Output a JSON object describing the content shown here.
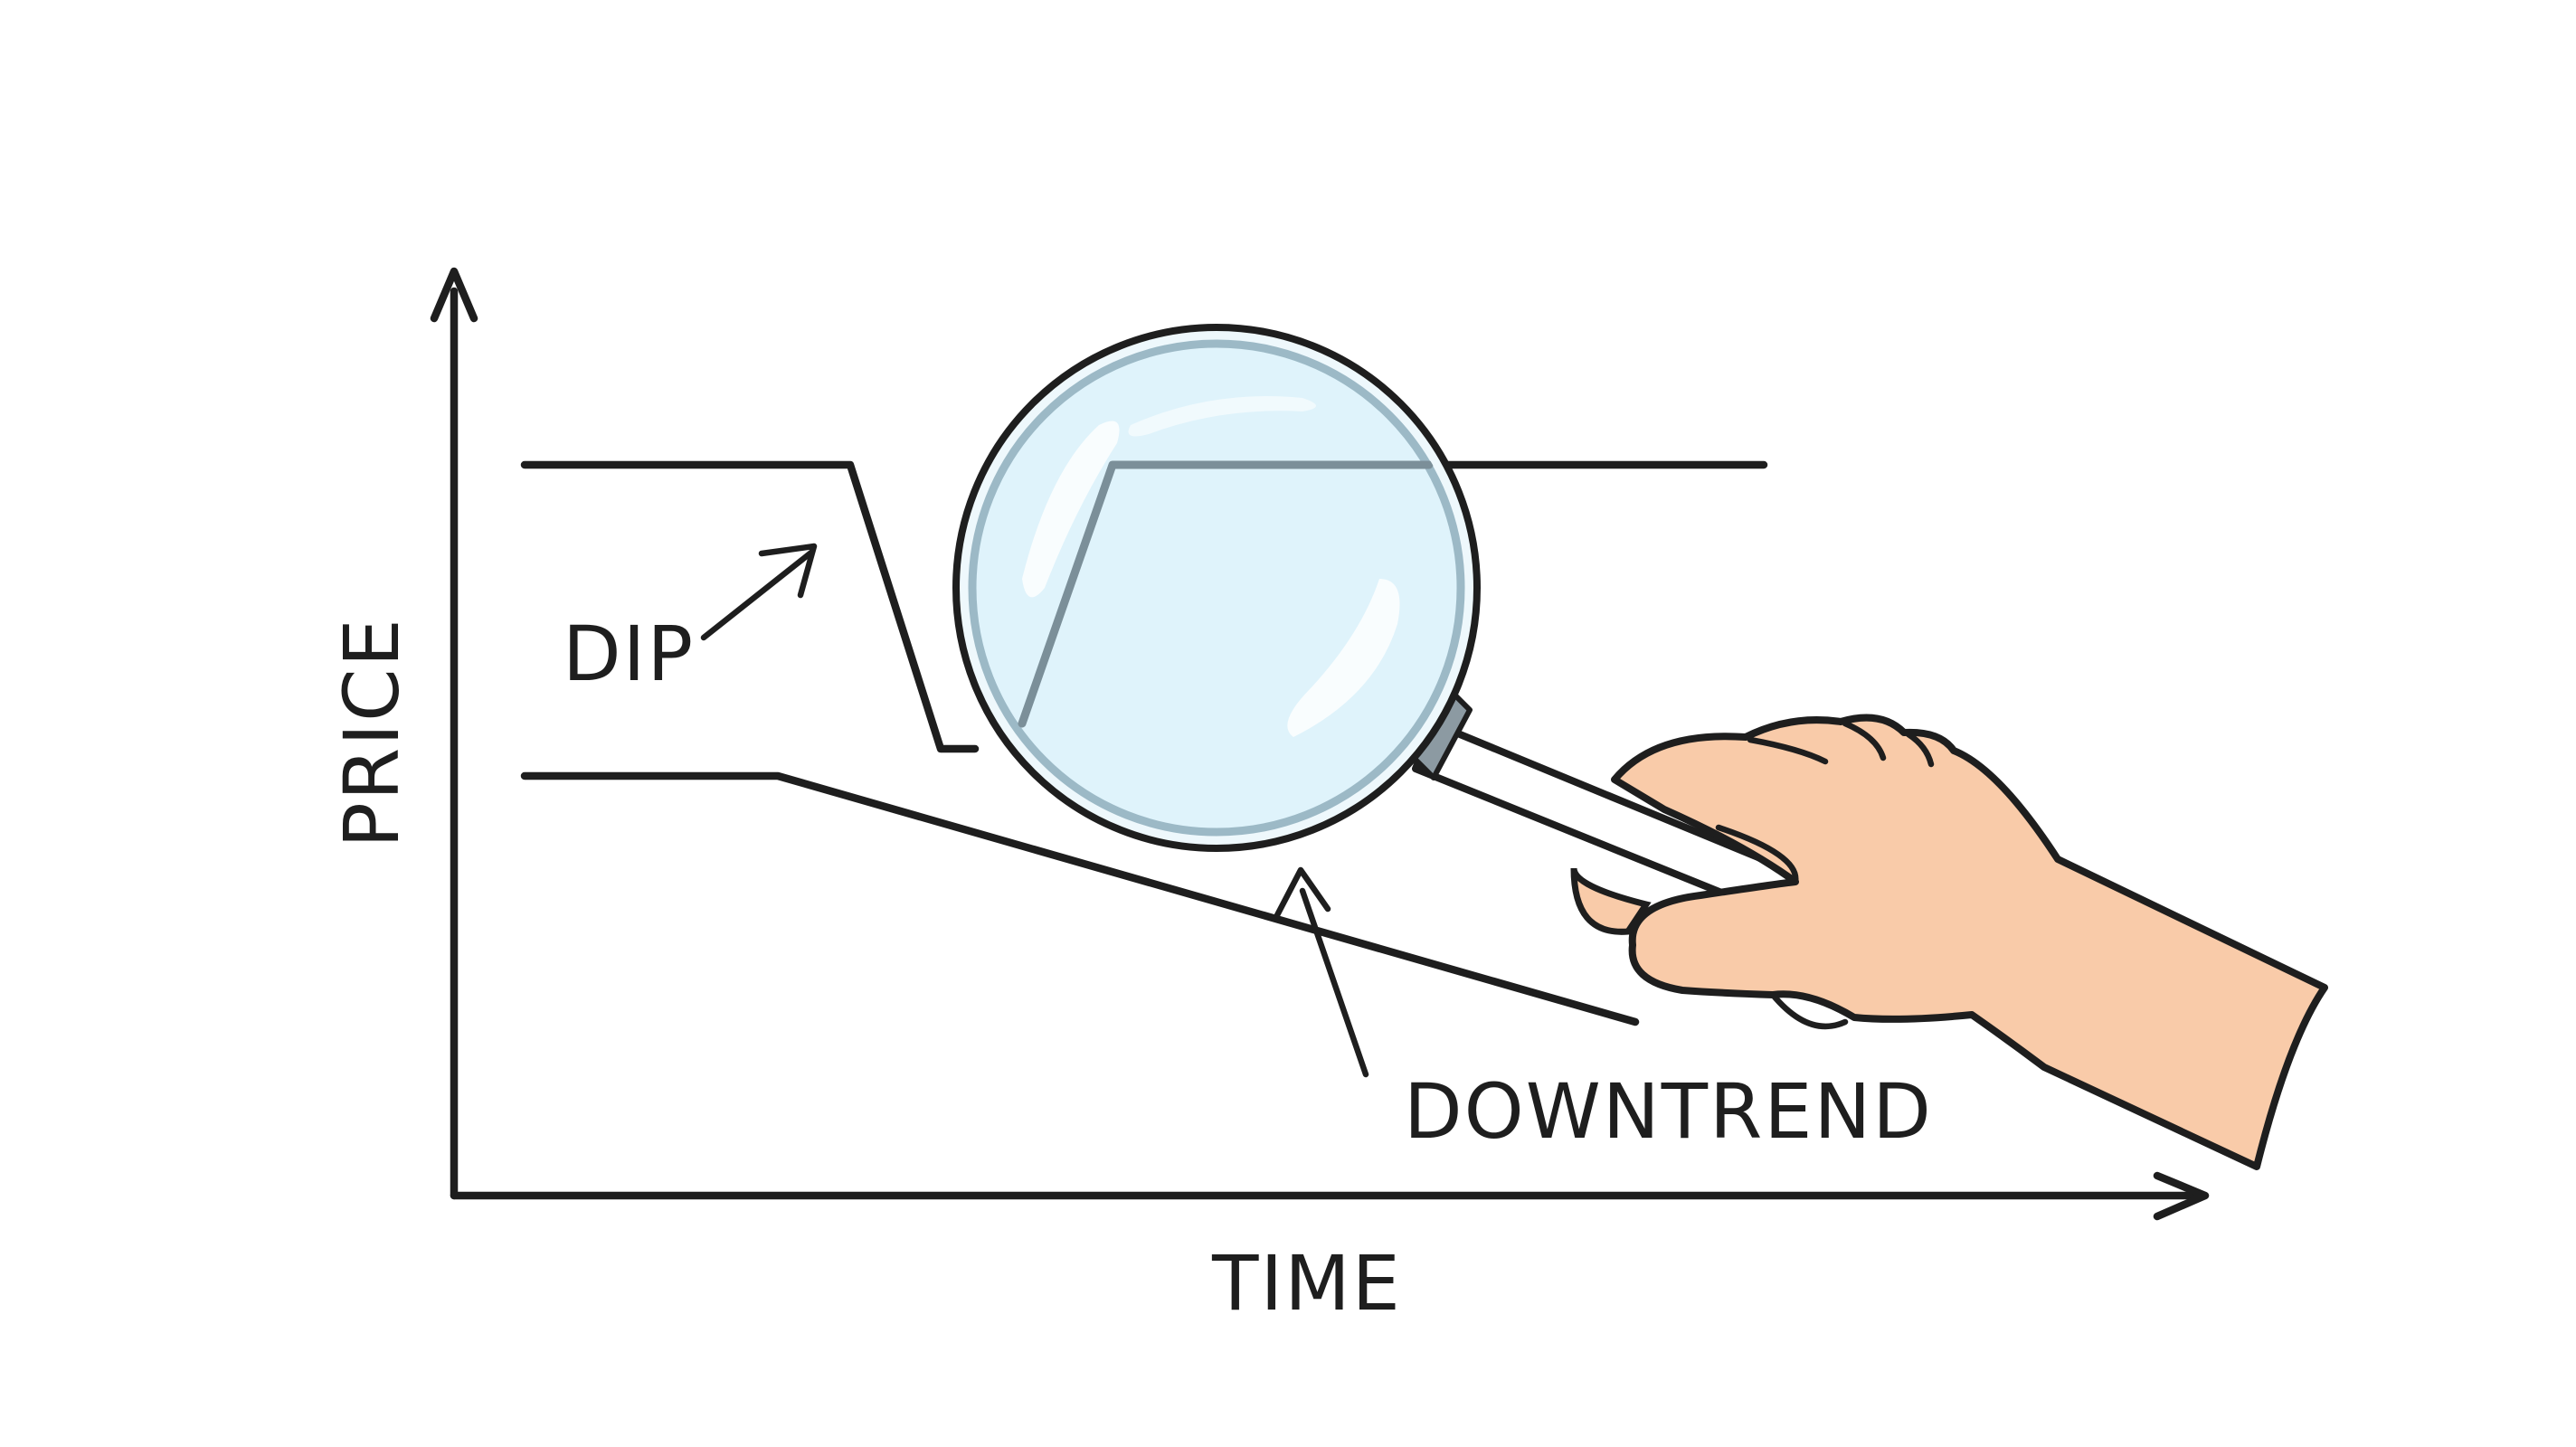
{
  "axes": {
    "x_label": "TIME",
    "y_label": "PRICE"
  },
  "annotations": {
    "dip": "DIP",
    "downtrend": "DOWNTREND"
  },
  "icons": {
    "magnifier": "magnifying-glass-icon",
    "hand": "hand-icon"
  },
  "colors": {
    "ink": "#1e1e1e",
    "lens": "#dff3fb",
    "lens_rim": "#9cb9c6",
    "skin": "#f9cba9"
  }
}
